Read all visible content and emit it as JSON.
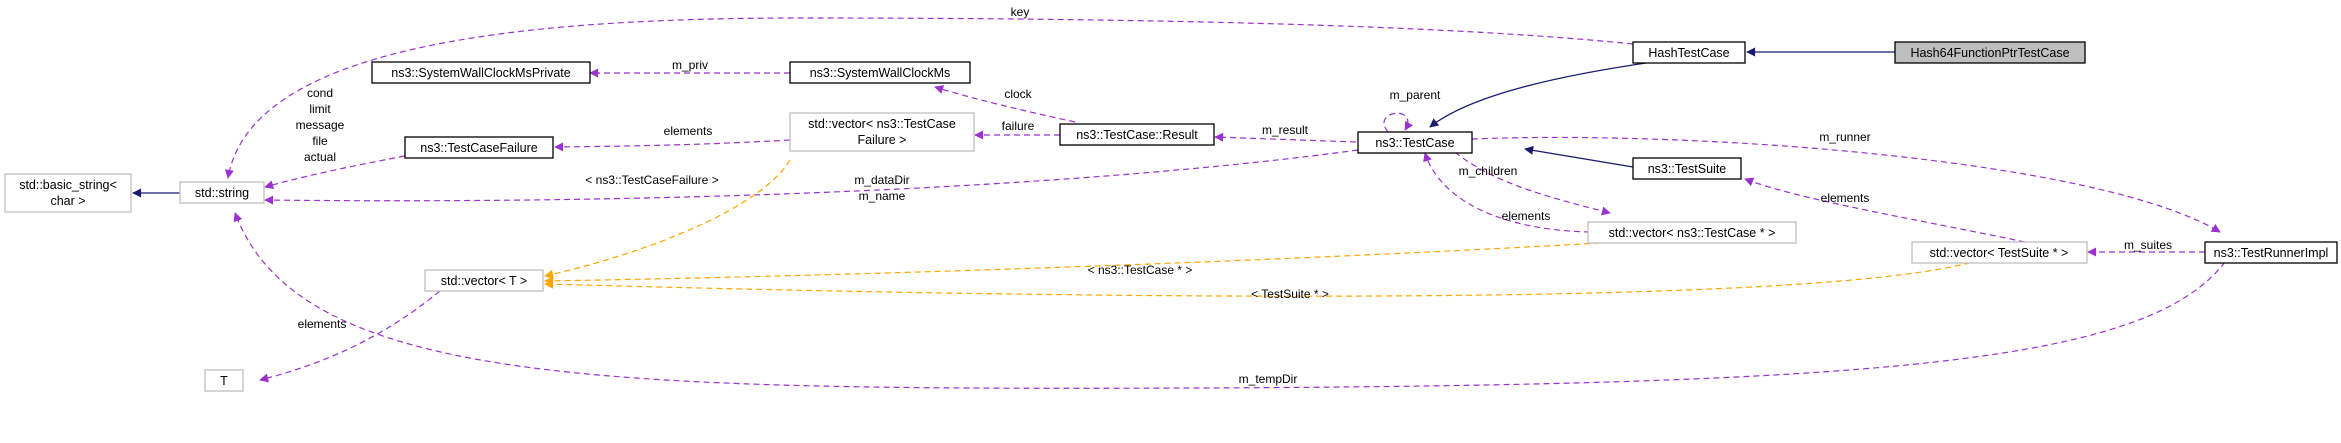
{
  "diagram": {
    "colors": {
      "inherit": "#191970",
      "usage": "#9a32cd",
      "template": "#ffa500",
      "solid_border": "#000000",
      "gray_border": "#bfbfbf",
      "highlight_fill": "#bfbfbf"
    },
    "nodes": {
      "hash64": "Hash64FunctionPtrTestCase",
      "hashtestcase": "HashTestCase",
      "testcase": "ns3::TestCase",
      "testsuite": "ns3::TestSuite",
      "result": "ns3::TestCase::Result",
      "wallclock": "ns3::SystemWallClockMs",
      "wallclockprivate": "ns3::SystemWallClockMsPrivate",
      "testcasefailure": "ns3::TestCaseFailure",
      "vector_failure_line1": "std::vector< ns3::TestCase",
      "vector_failure_line2": "Failure >",
      "string": "std::string",
      "basic_string_line1": "std::basic_string<",
      "basic_string_line2": "char >",
      "vector_testcase": "std::vector< ns3::TestCase * >",
      "vector_testsuite": "std::vector< TestSuite * >",
      "runnerimpl": "ns3::TestRunnerImpl",
      "vector_t": "std::vector< T >",
      "t": "T"
    },
    "labels": {
      "key": "key",
      "m_priv": "m_priv",
      "clock": "clock",
      "failure": "failure",
      "m_result": "m_result",
      "m_parent": "m_parent",
      "m_runner": "m_runner",
      "elements_failure": "elements",
      "cond": "cond",
      "limit": "limit",
      "message": "message",
      "file": "file",
      "actual": "actual",
      "tpl_failure": "< ns3::TestCaseFailure >",
      "m_datadir": "m_dataDir",
      "m_name": "m_name",
      "m_children": "m_children",
      "elements_children": "elements",
      "elements_suite": "elements",
      "m_suites": "m_suites",
      "tpl_testcase": "< ns3::TestCase * >",
      "tpl_testsuite": "< TestSuite * >",
      "elements_t": "elements",
      "m_tempdir": "m_tempDir"
    }
  }
}
